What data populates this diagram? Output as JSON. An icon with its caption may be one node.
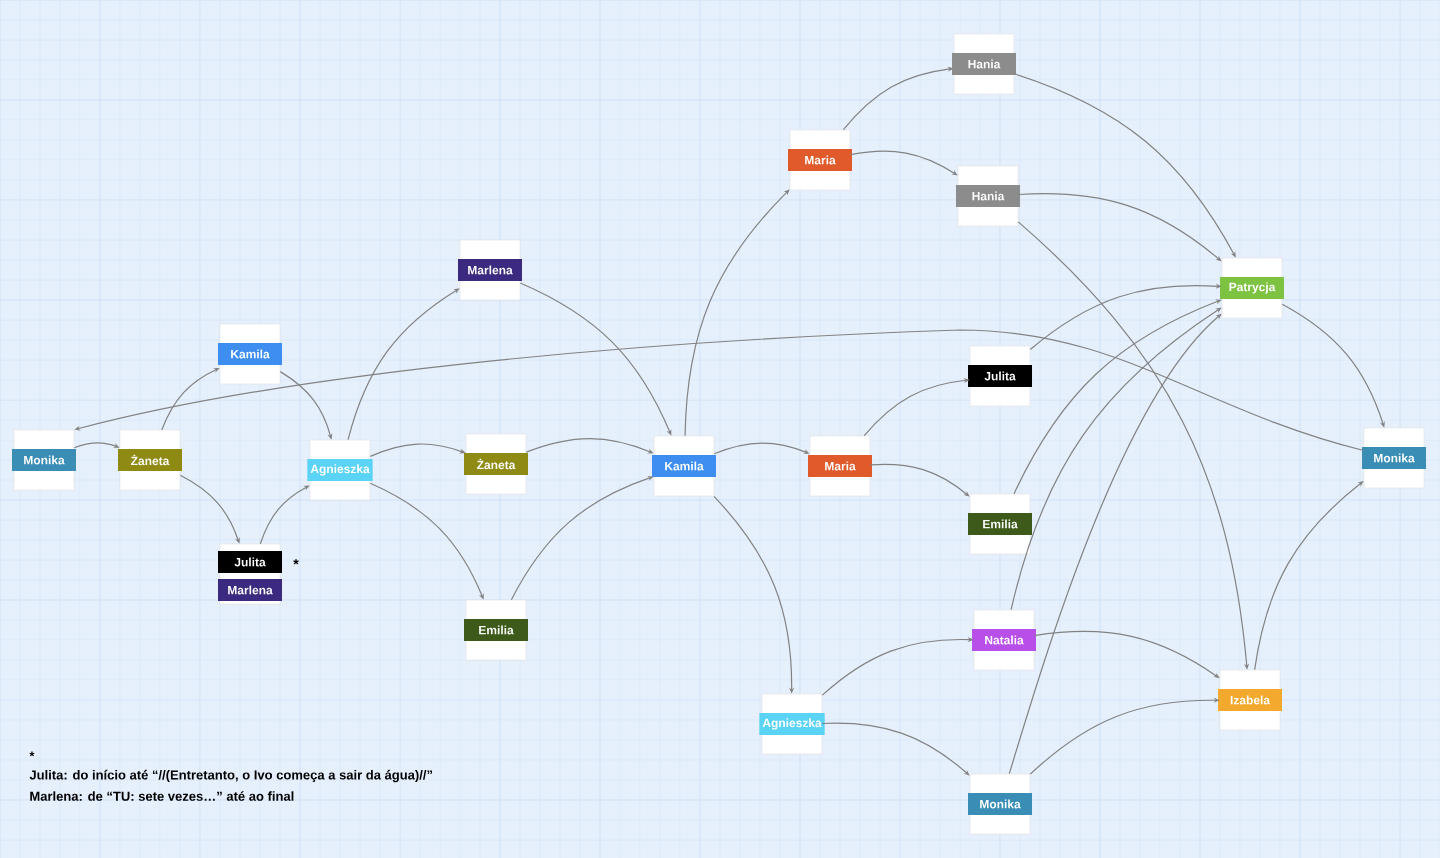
{
  "diagram": {
    "nodes": [
      {
        "text": [
          "Monika"
        ]
      },
      {
        "text": [
          "Żaneta"
        ]
      },
      {
        "text": [
          "Kamila"
        ]
      },
      {
        "text": [
          "Julita",
          "Marlena"
        ],
        "beside": [
          "*"
        ]
      },
      {
        "text": [
          "Agnieszka"
        ]
      },
      {
        "text": [
          "Marlena"
        ]
      },
      {
        "text": [
          "Żaneta"
        ]
      },
      {
        "text": [
          "Emilia"
        ]
      },
      {
        "text": [
          "Kamila"
        ]
      },
      {
        "text": [
          "Maria"
        ]
      },
      {
        "text": [
          "Hania"
        ]
      },
      {
        "text": [
          "Hania"
        ]
      },
      {
        "text": [
          "Maria"
        ]
      },
      {
        "text": [
          "Julita"
        ]
      },
      {
        "text": [
          "Emilia"
        ]
      },
      {
        "text": [
          "Patrycja"
        ]
      },
      {
        "text": [
          "Monika"
        ]
      },
      {
        "text": [
          "Natalia"
        ]
      },
      {
        "text": [
          "Agnieszka"
        ]
      },
      {
        "text": [
          "Izabela"
        ]
      },
      {
        "text": [
          "Monika"
        ]
      }
    ],
    "edges": [
      {
        "from": 0,
        "to": 1,
        "arrow": "to"
      },
      {
        "from": 16,
        "to": 0,
        "arrow": "to"
      },
      {
        "from": 1,
        "to": 2,
        "arrow": "to"
      },
      {
        "from": 1,
        "to": 3,
        "arrow": "to"
      },
      {
        "from": 2,
        "to": 4,
        "arrow": "to"
      },
      {
        "from": 3,
        "to": 4,
        "arrow": "to"
      },
      {
        "from": 4,
        "to": 5,
        "arrow": "to"
      },
      {
        "from": 4,
        "to": 6,
        "arrow": "to"
      },
      {
        "from": 4,
        "to": 7,
        "arrow": "to"
      },
      {
        "from": 5,
        "to": 8,
        "arrow": "to"
      },
      {
        "from": 6,
        "to": 8,
        "arrow": "to"
      },
      {
        "from": 7,
        "to": 8,
        "arrow": "to"
      },
      {
        "from": 8,
        "to": 9,
        "arrow": "to"
      },
      {
        "from": 8,
        "to": 12,
        "arrow": "to"
      },
      {
        "from": 8,
        "to": 18,
        "arrow": "to"
      },
      {
        "from": 9,
        "to": 10,
        "arrow": "to"
      },
      {
        "from": 9,
        "to": 11,
        "arrow": "to"
      },
      {
        "from": 10,
        "to": 15,
        "arrow": "to"
      },
      {
        "from": 11,
        "to": 15,
        "arrow": "to"
      },
      {
        "from": 11,
        "to": 19,
        "arrow": "to"
      },
      {
        "from": 12,
        "to": 13,
        "arrow": "to"
      },
      {
        "from": 12,
        "to": 14,
        "arrow": "to"
      },
      {
        "from": 13,
        "to": 15,
        "arrow": "to"
      },
      {
        "from": 14,
        "to": 15,
        "arrow": "to"
      },
      {
        "from": 17,
        "to": 15,
        "arrow": "to"
      },
      {
        "from": 20,
        "to": 15,
        "arrow": "to"
      },
      {
        "from": 15,
        "to": 16,
        "arrow": "to"
      },
      {
        "from": 18,
        "to": 17,
        "arrow": "to"
      },
      {
        "from": 18,
        "to": 20,
        "arrow": "to"
      },
      {
        "from": 17,
        "to": 19,
        "arrow": "to"
      },
      {
        "from": 20,
        "to": 19,
        "arrow": "to"
      },
      {
        "from": 19,
        "to": 16,
        "arrow": "to"
      }
    ],
    "labels": [
      "*",
      "Julita: do início até “//(Entretanto, o Ivo começa a sair da água)//”",
      "Marlena: de “TU: sete vezes…” até ao final"
    ]
  }
}
